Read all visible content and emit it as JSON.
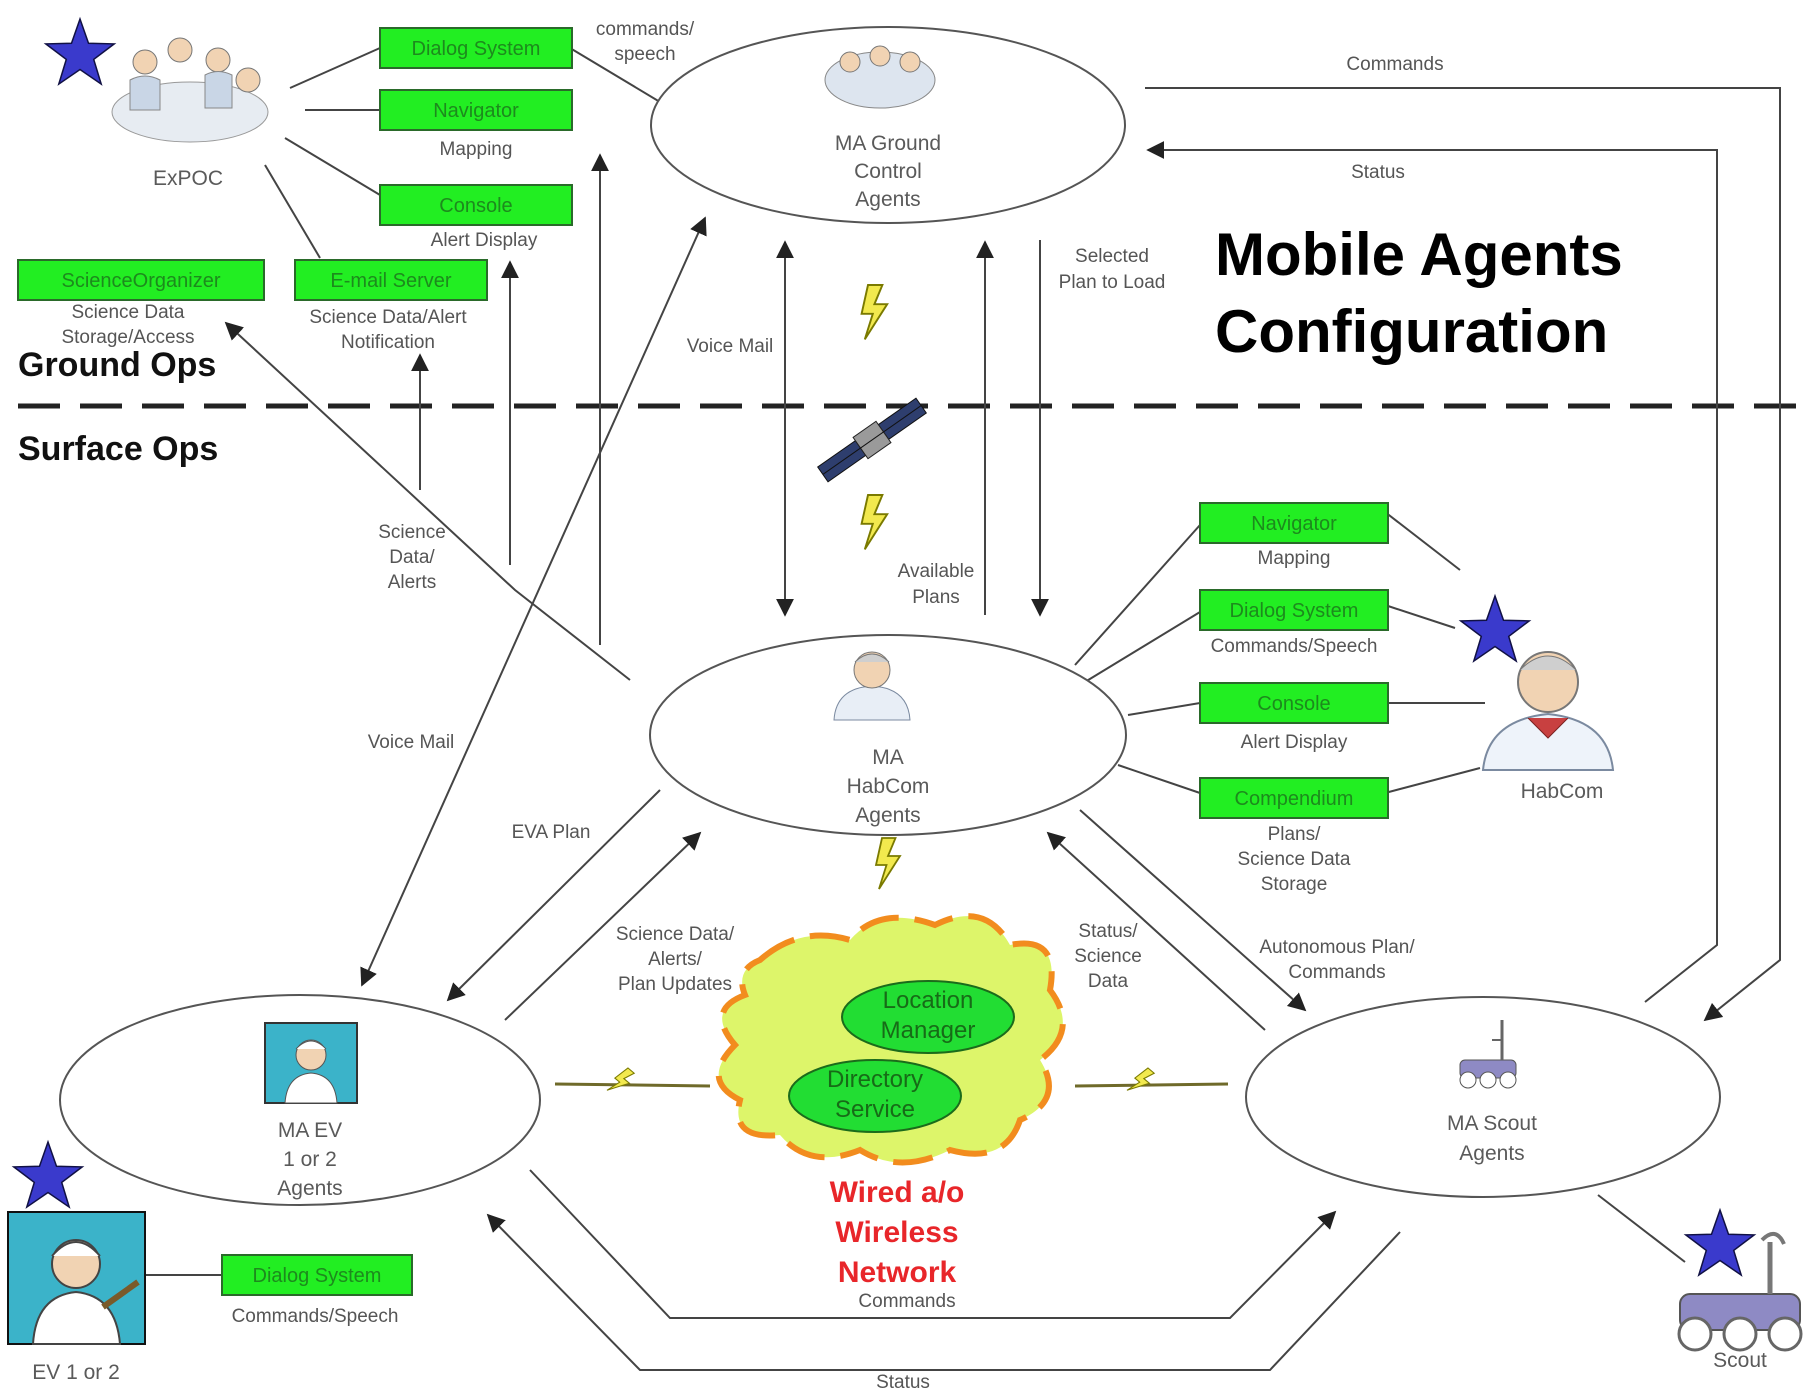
{
  "title": {
    "line1": "Mobile Agents",
    "line2": "Configuration"
  },
  "regions": {
    "ground": "Ground Ops",
    "surface": "Surface Ops"
  },
  "nodes": {
    "ground_control": [
      "MA Ground",
      "Control",
      "Agents"
    ],
    "habcom_agents": [
      "MA",
      "HabCom",
      "Agents"
    ],
    "ev_agents": [
      "MA EV",
      "1 or 2",
      "Agents"
    ],
    "scout_agents": [
      "MA Scout",
      "Agents"
    ]
  },
  "people": {
    "expoc": "ExPOC",
    "habcom": "HabCom",
    "ev": "EV 1 or 2",
    "scout": "Scout"
  },
  "components": {
    "ground_dialog": {
      "label": "Dialog System"
    },
    "ground_navigator": {
      "label": "Navigator",
      "caption": "Mapping"
    },
    "ground_console": {
      "label": "Console",
      "caption": "Alert Display"
    },
    "science_organizer": {
      "label": "ScienceOrganizer",
      "caption": [
        "Science Data",
        "Storage/Access"
      ]
    },
    "email_server": {
      "label": "E-mail Server",
      "caption": [
        "Science Data/Alert",
        "Notification"
      ]
    },
    "hab_navigator": {
      "label": "Navigator",
      "caption": "Mapping"
    },
    "hab_dialog": {
      "label": "Dialog System",
      "caption": "Commands/Speech"
    },
    "hab_console": {
      "label": "Console",
      "caption": "Alert Display"
    },
    "hab_compendium": {
      "label": "Compendium",
      "caption": [
        "Plans/",
        "Science Data",
        "Storage"
      ]
    },
    "ev_dialog": {
      "label": "Dialog System",
      "caption": "Commands/Speech"
    }
  },
  "network": {
    "services": {
      "location": [
        "Location",
        "Manager"
      ],
      "directory": [
        "Directory",
        "Service"
      ]
    },
    "label": [
      "Wired a/o",
      "Wireless",
      "Network"
    ]
  },
  "edge_labels": {
    "commands_speech": [
      "commands/",
      "speech"
    ],
    "commands_top": "Commands",
    "status_top": "Status",
    "selected_plan": [
      "Selected",
      "Plan to Load"
    ],
    "voice_mail_upper": "Voice Mail",
    "available_plans": [
      "Available",
      "Plans"
    ],
    "science_alerts": [
      "Science",
      "Data/",
      "Alerts"
    ],
    "voice_mail_lower": "Voice Mail",
    "eva_plan": "EVA Plan",
    "science_updates": [
      "Science Data/",
      "Alerts/",
      "Plan Updates"
    ],
    "status_science": [
      "Status/",
      "Science",
      "Data"
    ],
    "autonomous_plan": [
      "Autonomous Plan/",
      "Commands"
    ],
    "commands_bottom": "Commands",
    "status_bottom": "Status"
  },
  "colors": {
    "component_fill": "#22ee22",
    "component_text": "#1d8a1d",
    "star": "#3a3acc",
    "network_text": "#e8262a",
    "cloud": "#ddf56a",
    "cloud_edge": "#f28c1e"
  }
}
